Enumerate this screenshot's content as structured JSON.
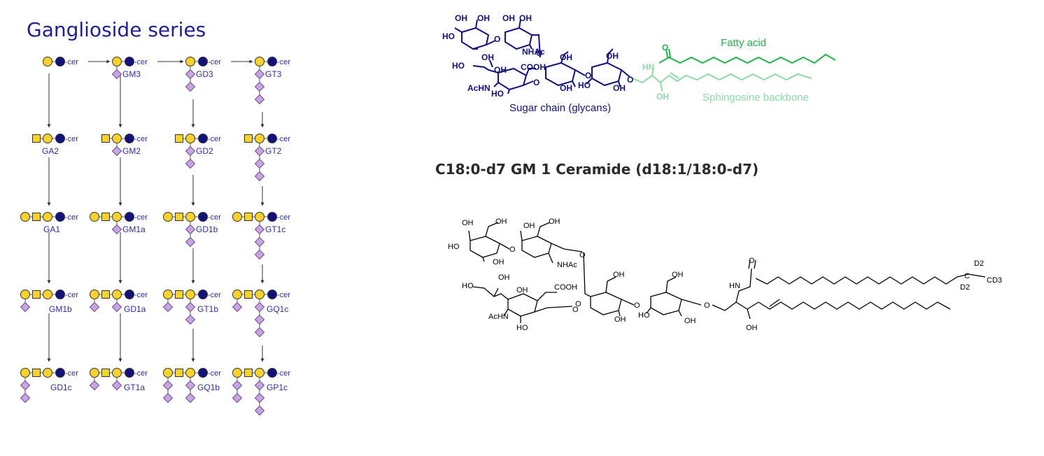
{
  "left_panel": {
    "title": "Ganglioside series",
    "cer_label": "-cer",
    "rows": [
      [
        "",
        "GM3",
        "GD3",
        "GT3"
      ],
      [
        "GA2",
        "GM2",
        "GD2",
        "GT2"
      ],
      [
        "GA1",
        "GM1a",
        "GD1b",
        "GT1c"
      ],
      [
        "GM1b",
        "GD1a",
        "GT1b",
        "GQ1c"
      ],
      [
        "GD1c",
        "GT1a",
        "GQ1b",
        "GP1c"
      ]
    ],
    "colors": {
      "galactose": "#f7d229",
      "glucose": "#12127a",
      "galnac": "#f7d229",
      "sialic": "#c9a4e2",
      "text": "#2d2d9a"
    }
  },
  "structure_top": {
    "labels": {
      "sugar_chain": "Sugar chain (glycans)",
      "fatty_acid": "Fatty acid",
      "sphingosine": "Sphingosine backbone"
    },
    "atoms": [
      "OH",
      "OH",
      "OH",
      "OH",
      "HO",
      "O",
      "NHAc",
      "HO",
      "OH",
      "COOH",
      "OH",
      "OH",
      "AcHN",
      "HO",
      "O",
      "O",
      "OH",
      "HO",
      "OH",
      "O",
      "OH",
      "O",
      "HN",
      "OH"
    ],
    "colors": {
      "glycan": "#12127a",
      "fatty_acid": "#22b04b",
      "sphingosine": "#8fd9a8"
    }
  },
  "compound": {
    "heading": "C18:0-d7 GM 1 Ceramide (d18:1/18:0-d7)",
    "atoms": [
      "OH",
      "OH",
      "OH",
      "OH",
      "HO",
      "O",
      "O",
      "NHAc",
      "OH",
      "HO",
      "OH",
      "OH",
      "COOH",
      "OH",
      "AcHN",
      "O",
      "HO",
      "O",
      "OH",
      "OH",
      "O",
      "HO",
      "OH",
      "O",
      "HN",
      "O",
      "OH",
      "D2",
      "D2",
      "CD3"
    ]
  }
}
